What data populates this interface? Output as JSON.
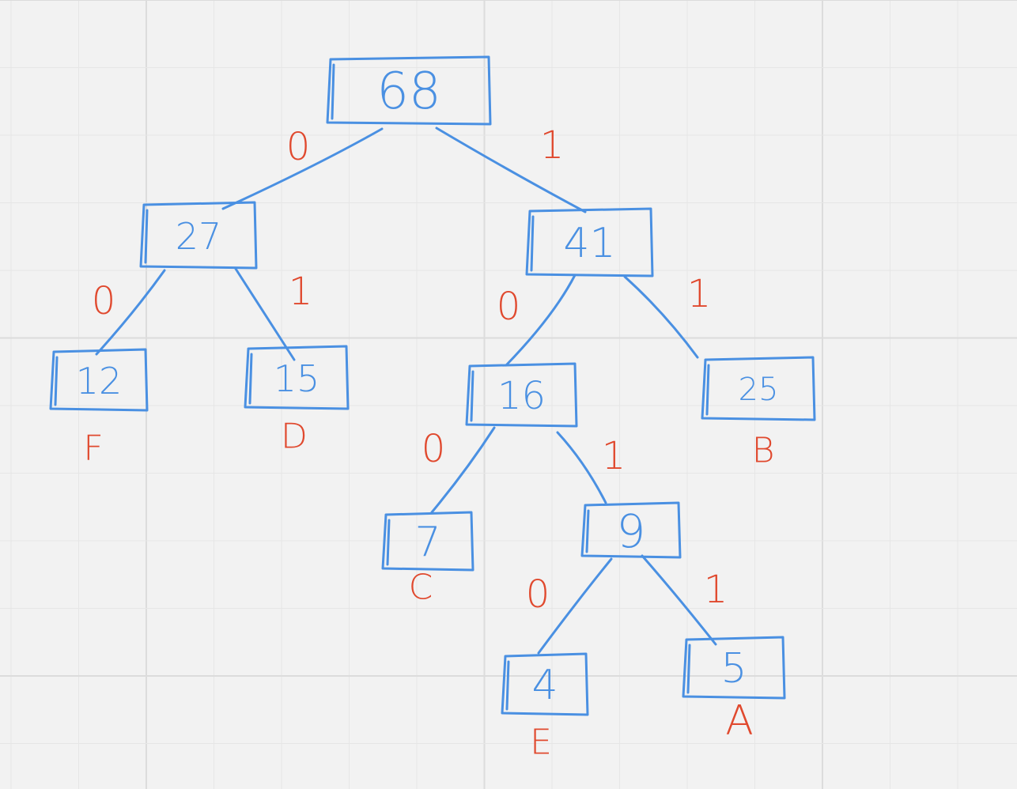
{
  "colors": {
    "background": "#f2f2f2",
    "grid_minor": "#e6e6e6",
    "grid_major": "#dcdcdc",
    "node": "#4a90e2",
    "label": "#e0492e"
  },
  "nodes": [
    {
      "id": "n68",
      "value": "68"
    },
    {
      "id": "n27",
      "value": "27"
    },
    {
      "id": "n41",
      "value": "41"
    },
    {
      "id": "n12",
      "value": "12",
      "symbol": "F"
    },
    {
      "id": "n15",
      "value": "15",
      "symbol": "D"
    },
    {
      "id": "n16",
      "value": "16"
    },
    {
      "id": "n25",
      "value": "25",
      "symbol": "B"
    },
    {
      "id": "n7",
      "value": "7",
      "symbol": "C"
    },
    {
      "id": "n9",
      "value": "9"
    },
    {
      "id": "n4",
      "value": "4",
      "symbol": "E"
    },
    {
      "id": "n5",
      "value": "5",
      "symbol": "A"
    }
  ],
  "edges": [
    {
      "from": "n68",
      "to": "n27",
      "bit": "0"
    },
    {
      "from": "n68",
      "to": "n41",
      "bit": "1"
    },
    {
      "from": "n27",
      "to": "n12",
      "bit": "0"
    },
    {
      "from": "n27",
      "to": "n15",
      "bit": "1"
    },
    {
      "from": "n41",
      "to": "n16",
      "bit": "0"
    },
    {
      "from": "n41",
      "to": "n25",
      "bit": "1"
    },
    {
      "from": "n16",
      "to": "n7",
      "bit": "0"
    },
    {
      "from": "n16",
      "to": "n9",
      "bit": "1"
    },
    {
      "from": "n9",
      "to": "n4",
      "bit": "0"
    },
    {
      "from": "n9",
      "to": "n5",
      "bit": "1"
    }
  ]
}
